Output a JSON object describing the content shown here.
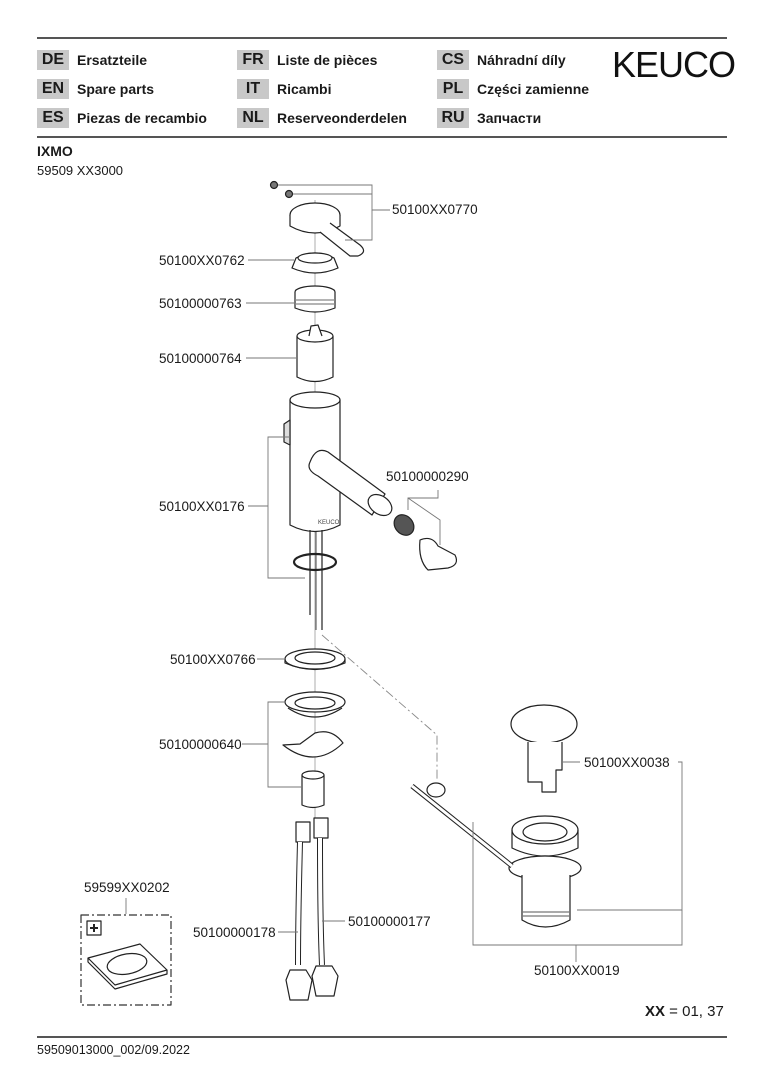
{
  "header": {
    "languages": [
      {
        "code": "DE",
        "label": "Ersatzteile"
      },
      {
        "code": "EN",
        "label": "Spare parts"
      },
      {
        "code": "ES",
        "label": "Piezas de recambio"
      },
      {
        "code": "FR",
        "label": "Liste de pièces"
      },
      {
        "code": "IT",
        "label": "Ricambi"
      },
      {
        "code": "NL",
        "label": "Reserveonderdelen"
      },
      {
        "code": "CS",
        "label": "Náhradní díly"
      },
      {
        "code": "PL",
        "label": "Części zamienne"
      },
      {
        "code": "RU",
        "label": "Запчасти"
      }
    ],
    "logo": "KEUCO"
  },
  "product": {
    "name": "IXMO",
    "number": "59509 XX3000"
  },
  "parts": {
    "lever": "50100XX0770",
    "cover_cap": "50100XX0762",
    "nut": "50100000763",
    "cartridge": "50100000764",
    "body": "50100XX0176",
    "aerator": "50100000290",
    "base_ring": "50100XX0766",
    "fixing_set": "50100000640",
    "waste_plug": "50100XX0038",
    "waste_set": "50100XX0019",
    "accessory": "59599XX0202",
    "hose_left": "50100000178",
    "hose_right": "50100000177"
  },
  "legend": {
    "xx_label": "XX",
    "xx_eq": " = ",
    "xx_values": "01, 37"
  },
  "footer": {
    "doc_id": "59509013000_002/09.2022"
  }
}
